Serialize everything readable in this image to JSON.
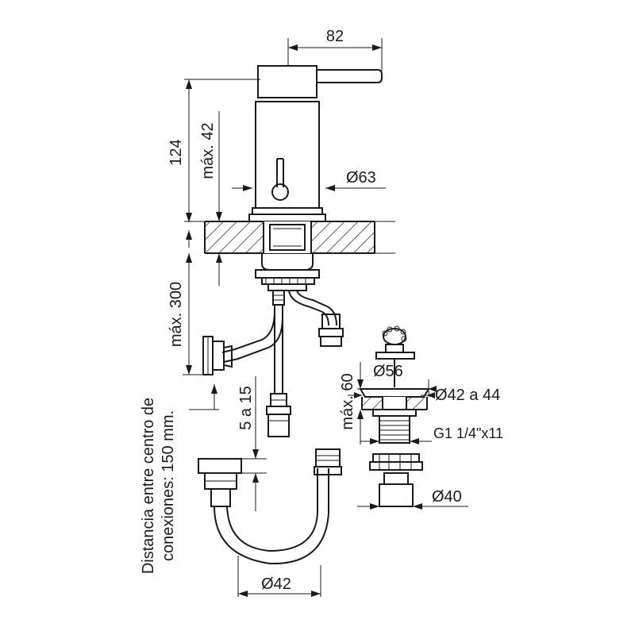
{
  "dimensions": {
    "width_82": "82",
    "height_124": "124",
    "max_42": "máx. 42",
    "diam_63": "Ø63",
    "max_300": "máx. 300",
    "range_5_15": "5 a 15",
    "max_60": "máx. 60",
    "diam_56": "Ø56",
    "diam_42_44": "Ø42 a 44",
    "thread_g1": "G1 1/4\"x11",
    "diam_40": "Ø40",
    "diam_42": "Ø42"
  },
  "note": {
    "line1": "Distancia entre centro de",
    "line2": "conexiones: 150 mm."
  }
}
